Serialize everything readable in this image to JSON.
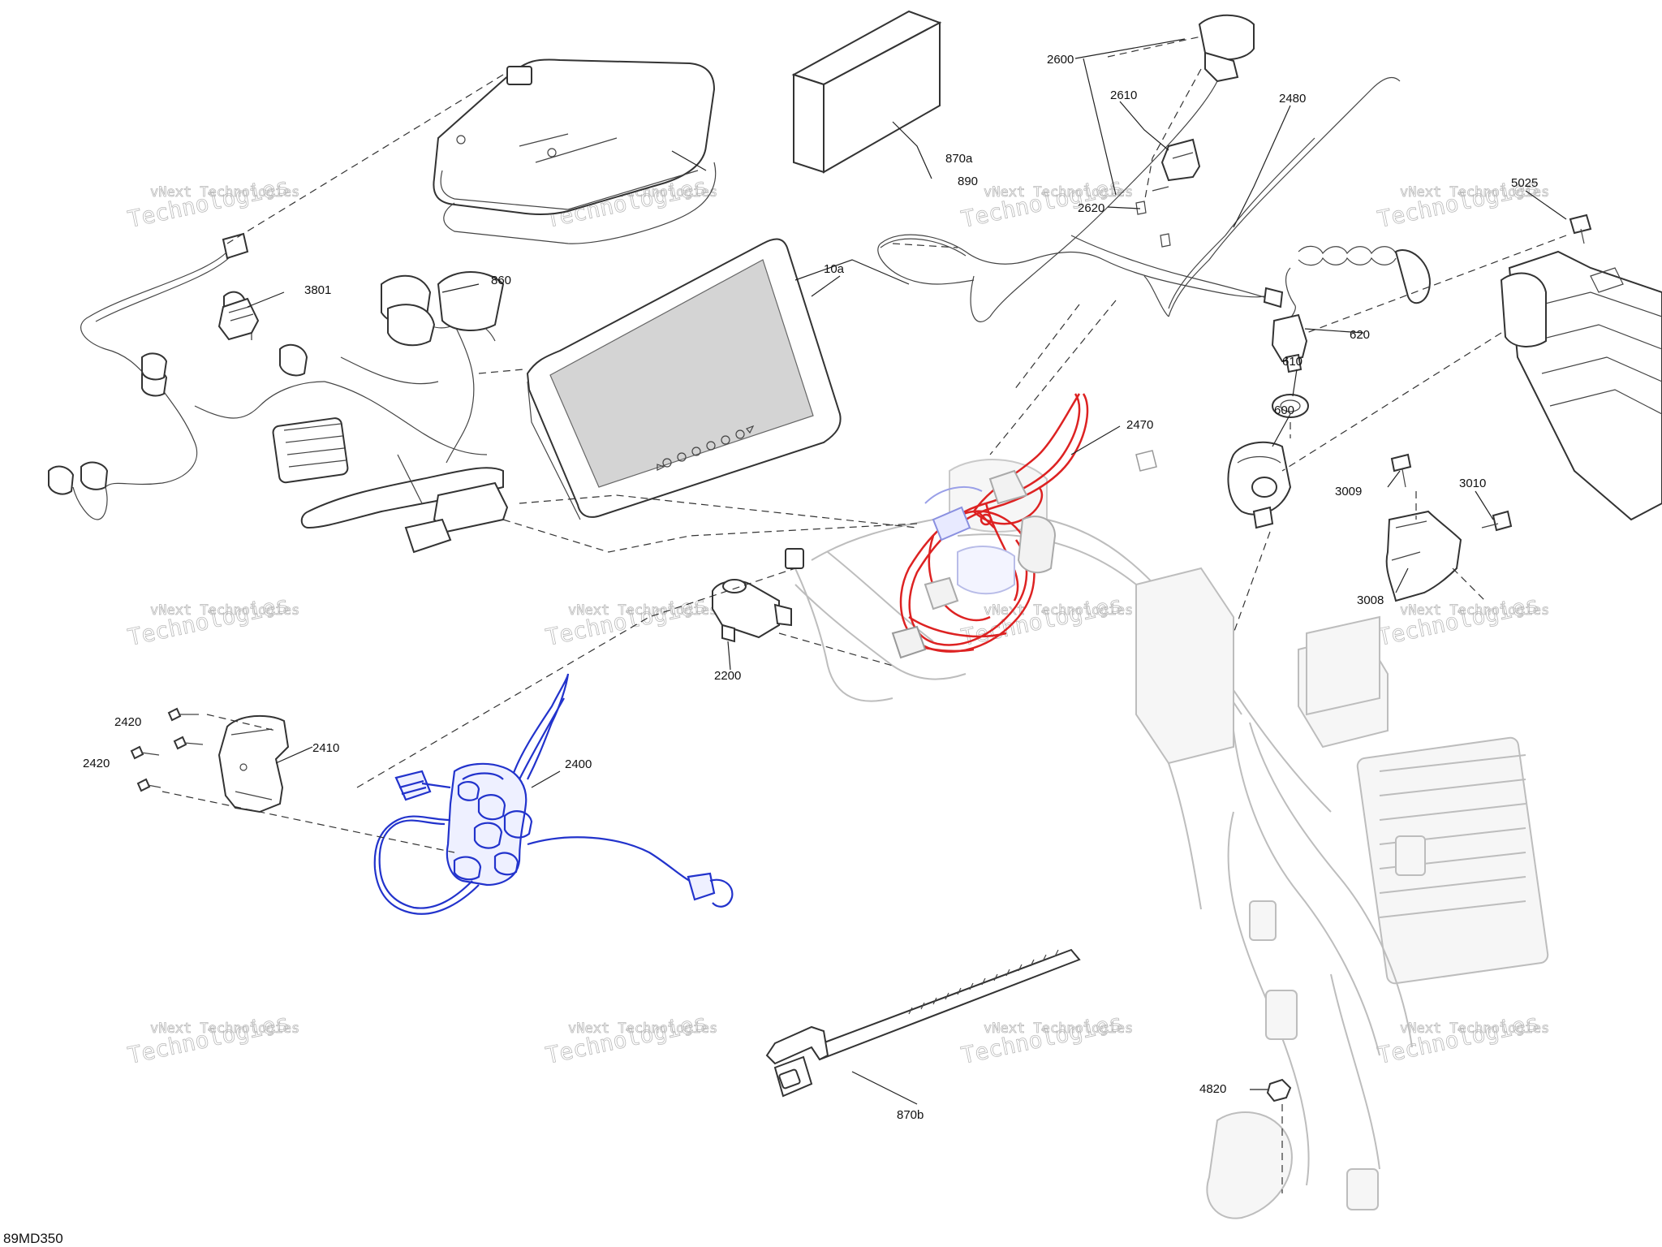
{
  "colors": {
    "highlight_red": "#dd2222",
    "highlight_blue": "#2233cc",
    "line_dark": "#333333",
    "line_ghost": "#bdbdbd",
    "screen_fill": "#d4d4d4",
    "watermark": "#b9b9b9"
  },
  "diagram": {
    "reference_code": "89MD350",
    "watermark_line1": "vNext Technologies",
    "watermark_line2": "Technologies",
    "labels": {
      "p890": "890",
      "p870a": "870a",
      "p2600": "2600",
      "p2610": "2610",
      "p2620": "2620",
      "p2480": "2480",
      "p5025": "5025",
      "p860": "860",
      "p3801": "3801",
      "p10a": "10a",
      "p620": "620",
      "p610": "610",
      "p600": "600",
      "p2470": "2470",
      "p3009": "3009",
      "p3010": "3010",
      "p3008": "3008",
      "p2200": "2200",
      "p2420a": "2420",
      "p2420b": "2420",
      "p2410": "2410",
      "p2400": "2400",
      "p870b": "870b",
      "p4820": "4820"
    }
  }
}
